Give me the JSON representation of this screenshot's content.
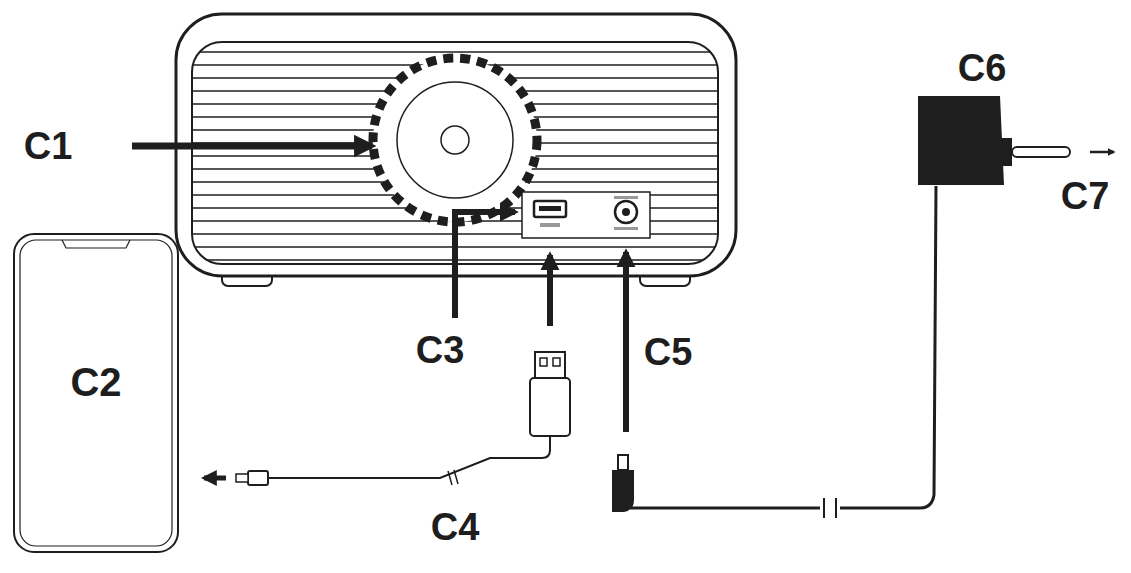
{
  "diagram": {
    "nodes": [
      {
        "text": [
          "C2"
        ]
      }
    ],
    "labels": [
      "C1",
      "C3",
      "C4",
      "C5",
      "C6",
      "C7"
    ]
  }
}
